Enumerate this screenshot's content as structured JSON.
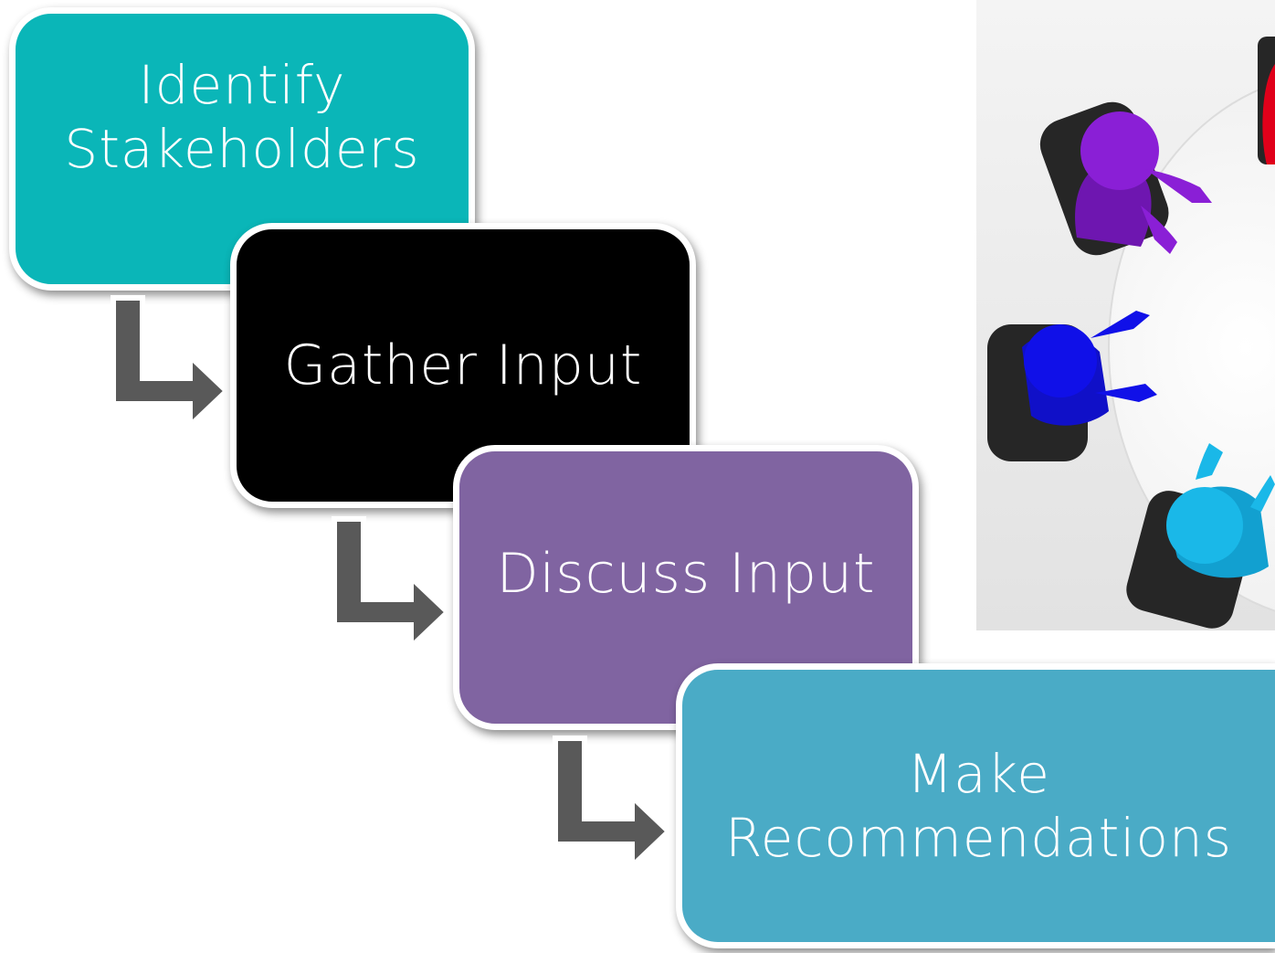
{
  "steps": [
    {
      "label": "Identify Stakeholders",
      "color": "#0ab6b8"
    },
    {
      "label": "Gather Input",
      "color": "#000000"
    },
    {
      "label": "Discuss Input",
      "color": "#8064a1"
    },
    {
      "label": "Make Recommendations",
      "color": "#4aabc6"
    }
  ],
  "arrow_color": "#595959",
  "image": {
    "subject": "people-at-round-table-meeting",
    "colors": [
      "#8a1fd6",
      "#e0001a",
      "#1010e8",
      "#1ab8e8"
    ]
  }
}
